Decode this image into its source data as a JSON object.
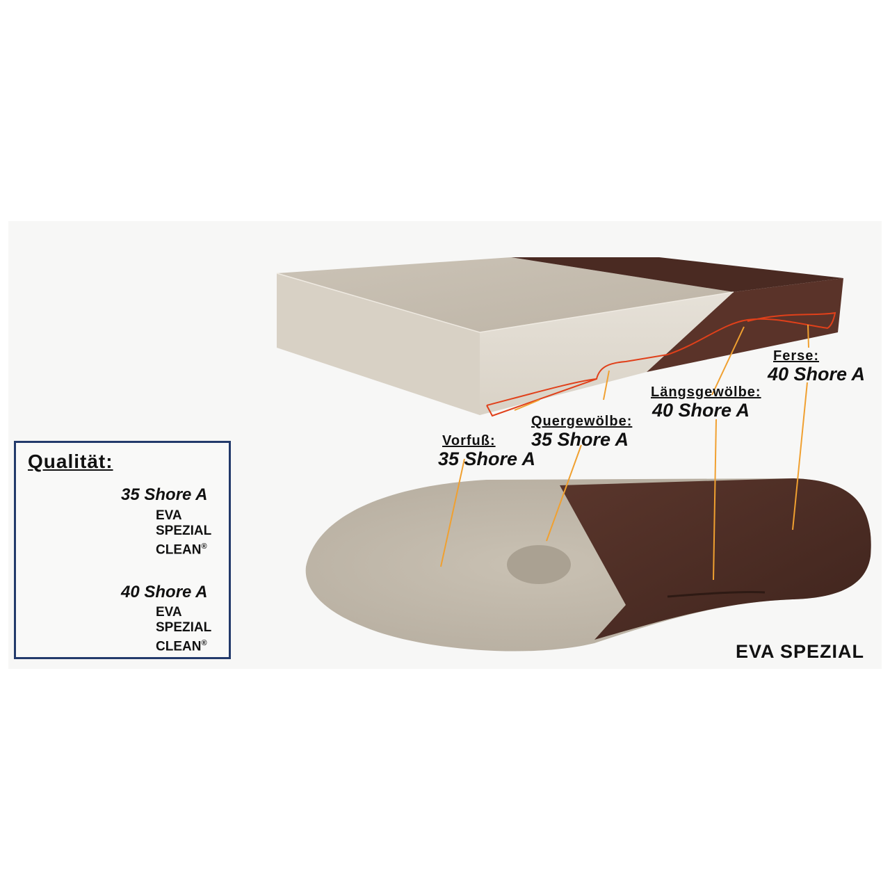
{
  "qualitaet": {
    "title": "Qualität:",
    "items": [
      {
        "shore": "35 Shore A",
        "material_lines": [
          "EVA",
          "SPEZIAL",
          "CLEAN"
        ]
      },
      {
        "shore": "40 Shore A",
        "material_lines": [
          "EVA",
          "SPEZIAL",
          "CLEAN"
        ]
      }
    ],
    "registered_mark": "®"
  },
  "zones": [
    {
      "id": "vorfuss",
      "title": "Vorfuß:",
      "value": "35 Shore A"
    },
    {
      "id": "quergewoelbe",
      "title": "Quergewölbe:",
      "value": "35 Shore A"
    },
    {
      "id": "laengsgewoelbe",
      "title": "Längsgewölbe:",
      "value": "40 Shore A"
    },
    {
      "id": "ferse",
      "title": "Ferse:",
      "value": "40 Shore A"
    }
  ],
  "product_label": "EVA SPEZIAL",
  "colors": {
    "soft_material": "#c3bbad",
    "hard_material": "#4d2e25",
    "callout_line": "#f0a030",
    "profile_outline": "#e0401a",
    "box_border": "#233a6b"
  }
}
